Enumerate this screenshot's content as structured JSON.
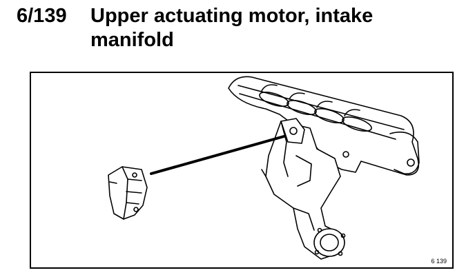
{
  "heading": {
    "number": "6/139",
    "title": "Upper actuating motor, intake manifold"
  },
  "figure": {
    "code": "6 139"
  }
}
